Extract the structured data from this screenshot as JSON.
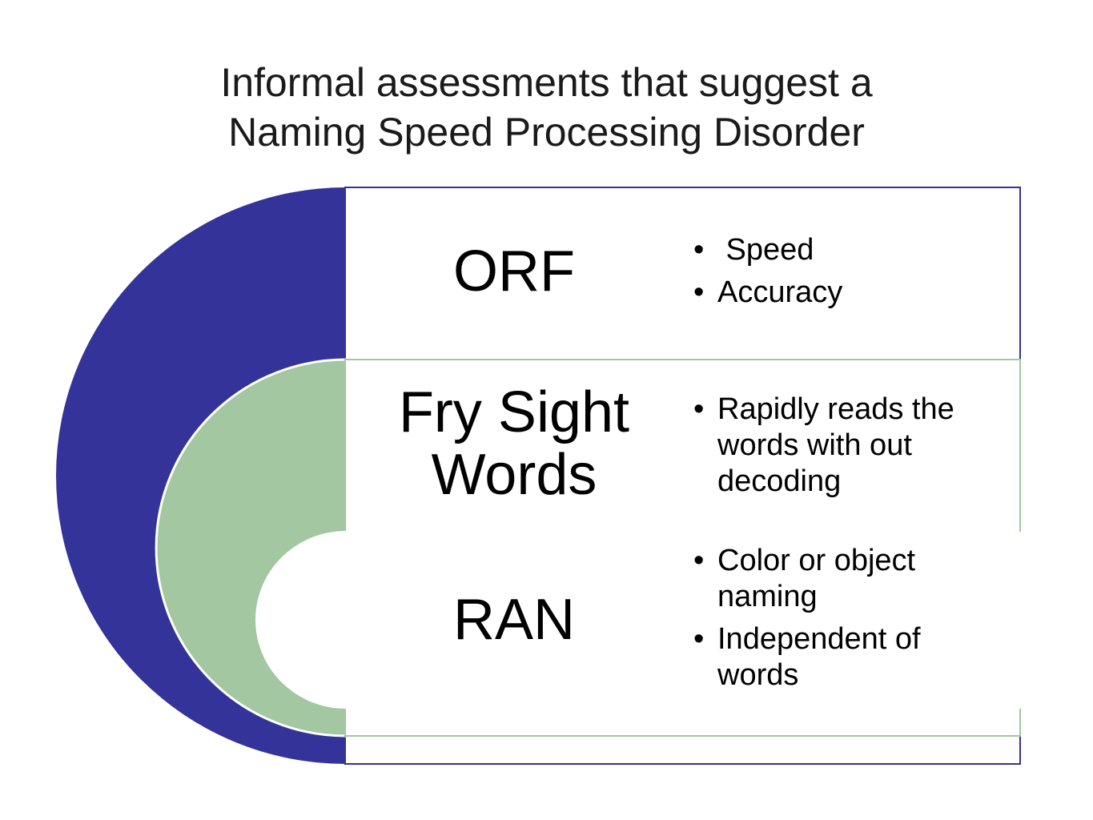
{
  "title": {
    "line1": "Informal assessments that suggest a",
    "line2": "Naming Speed Processing Disorder"
  },
  "colors": {
    "outer_arc": "#333399",
    "middle_arc": "#a2c7a1",
    "outer_border": "#333399",
    "middle_border": "#a2c7a1"
  },
  "items": [
    {
      "label": "ORF",
      "bullets": [
        " Speed",
        "Accuracy"
      ]
    },
    {
      "label": "Fry Sight Words",
      "bullets": [
        "Rapidly reads the words with out decoding"
      ]
    },
    {
      "label": "RAN",
      "bullets": [
        "Color or object naming",
        "Independent of words"
      ]
    }
  ]
}
